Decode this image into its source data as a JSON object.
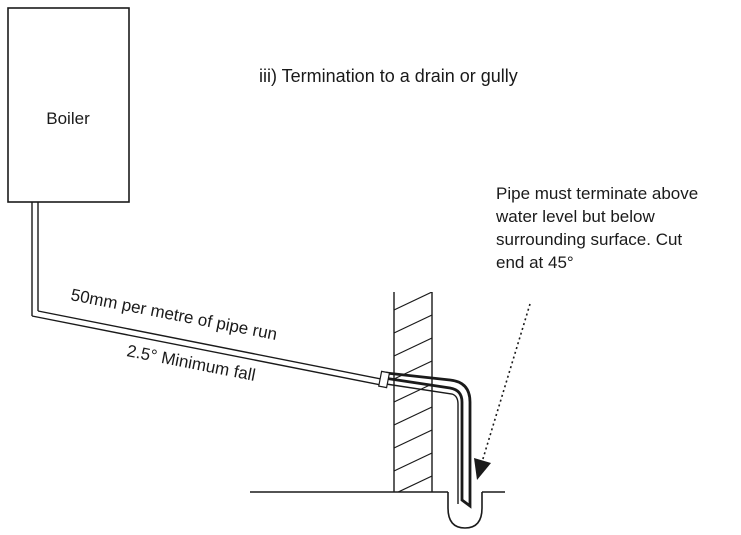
{
  "diagram": {
    "title": "iii) Termination to a drain or gully",
    "boiler_label": "Boiler",
    "note_lines": [
      "Pipe must terminate above",
      "water level but below",
      "surrounding surface. Cut",
      "end at 45°"
    ],
    "gradient_label": "50mm per metre of pipe run",
    "fall_label": "2.5° Minimum fall"
  }
}
